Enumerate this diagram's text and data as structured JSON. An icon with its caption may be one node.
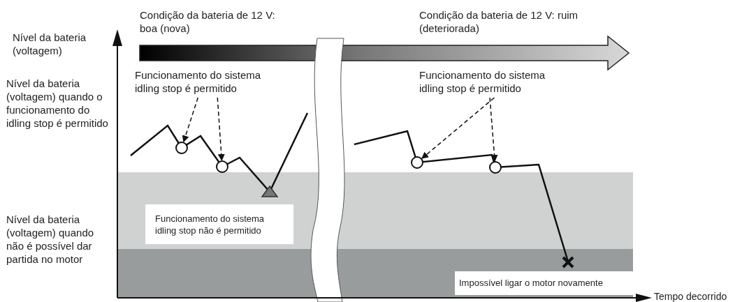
{
  "diagram": {
    "nodes": [
      {
        "text": [
          "Funcionamento do sistema idling stop é permitido"
        ]
      },
      {
        "text": [],
        "shape": "circle"
      },
      {
        "text": [],
        "shape": "circle"
      },
      {
        "text": [
          "Funcionamento do sistema idling stop é permitido"
        ]
      },
      {
        "text": [],
        "shape": "circle"
      },
      {
        "text": [],
        "shape": "circle"
      },
      {
        "text": [
          "Funcionamento do sistema idling stop não é permitido"
        ]
      },
      {
        "text": [
          "Impossível ligar o motor novamente"
        ]
      }
    ],
    "edges": [
      {
        "from": 0,
        "to": 1,
        "arrow": "to",
        "style": "dashed"
      },
      {
        "from": 0,
        "to": 2,
        "arrow": "to",
        "style": "dashed"
      },
      {
        "from": 3,
        "to": 4,
        "arrow": "to",
        "style": "dashed"
      },
      {
        "from": 3,
        "to": 5,
        "arrow": "to",
        "style": "dashed"
      }
    ],
    "labels": [
      "Condição da bateria de 12 V: boa (nova)",
      "Condição da bateria de 12 V: ruim (deteriorada)",
      "Nível da bateria (voltagem)",
      "Nível da bateria (voltagem) quando o funcionamento do idling stop é permitido",
      "Nível da bateria (voltagem) quando não é possível dar partida no motor",
      "Tempo decorrido"
    ]
  }
}
